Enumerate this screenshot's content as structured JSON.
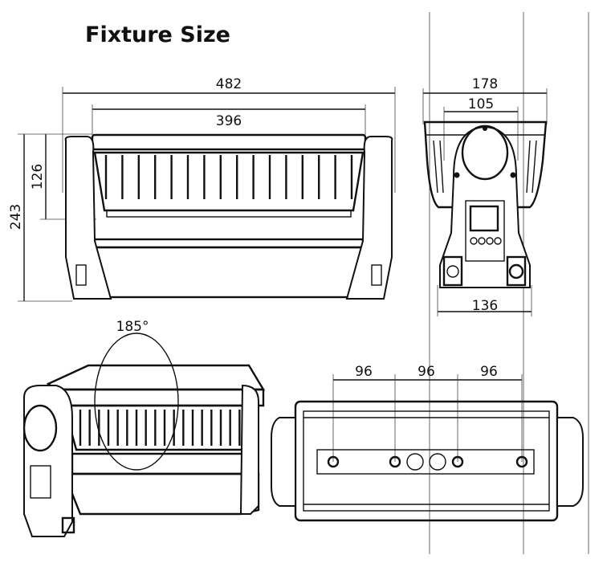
{
  "title": "Fixture Size",
  "front_view": {
    "overall_width": "482",
    "head_width": "396",
    "head_height": "126",
    "overall_height": "243"
  },
  "side_view": {
    "overall_depth": "178",
    "lens_width": "105",
    "base_width": "136"
  },
  "perspective_view": {
    "tilt_range": "185°"
  },
  "bottom_view": {
    "spacing": [
      "96",
      "96",
      "96"
    ]
  }
}
